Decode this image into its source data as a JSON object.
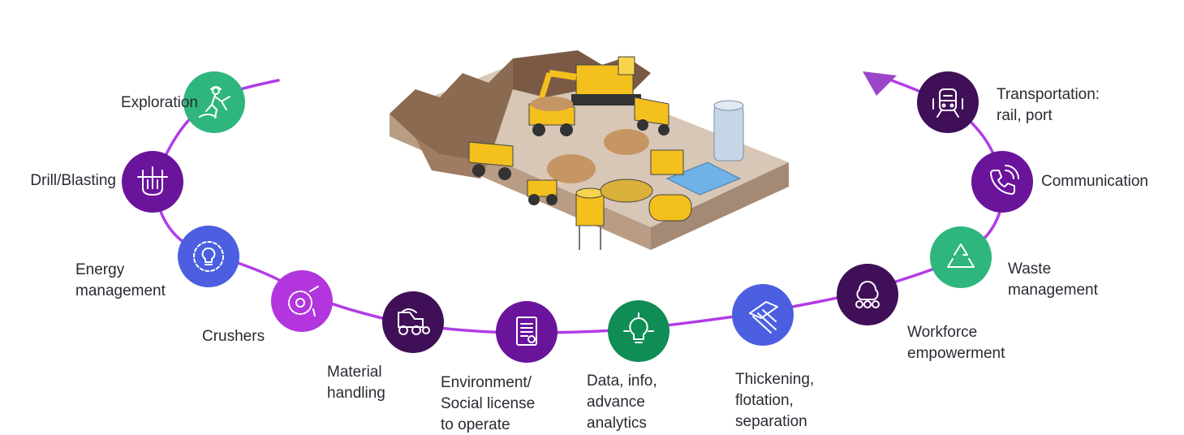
{
  "colors": {
    "path": "#b13ce6",
    "arrow": "#9b45c9",
    "green": "#2fb67e",
    "purple": "#6a149c",
    "blue": "#4b5fe0",
    "magenta": "#b335de",
    "darkPurple": "#3f0f57",
    "darkGreen": "#108c55"
  },
  "illustration": {
    "icon": "open-pit-mine-illustration"
  },
  "steps": [
    {
      "label": "Exploration",
      "icon": "miner-digging-icon",
      "color": "green"
    },
    {
      "label": "Drill/Blasting",
      "icon": "drill-blasting-icon",
      "color": "purple"
    },
    {
      "label": "Energy\nmanagement",
      "icon": "lightbulb-gear-icon",
      "color": "blue"
    },
    {
      "label": "Crushers",
      "icon": "crusher-saw-icon",
      "color": "magenta"
    },
    {
      "label": "Material\nhandling",
      "icon": "dump-truck-icon",
      "color": "darkPurple"
    },
    {
      "label": "Environment/\nSocial license\nto operate",
      "icon": "certificate-document-icon",
      "color": "purple"
    },
    {
      "label": "Data, info,\nadvance\nanalytics",
      "icon": "analytics-bulb-icon",
      "color": "darkGreen"
    },
    {
      "label": "Thickening,\nflotation,\nseparation",
      "icon": "flotation-tank-icon",
      "color": "blue"
    },
    {
      "label": "Workforce\nempowerment",
      "icon": "workforce-brain-icon",
      "color": "darkPurple"
    },
    {
      "label": "Waste\nmanagement",
      "icon": "recycle-icon",
      "color": "green"
    },
    {
      "label": "Communication",
      "icon": "phone-call-icon",
      "color": "purple"
    },
    {
      "label": "Transportation:\nrail, port",
      "icon": "train-icon",
      "color": "darkPurple"
    }
  ]
}
